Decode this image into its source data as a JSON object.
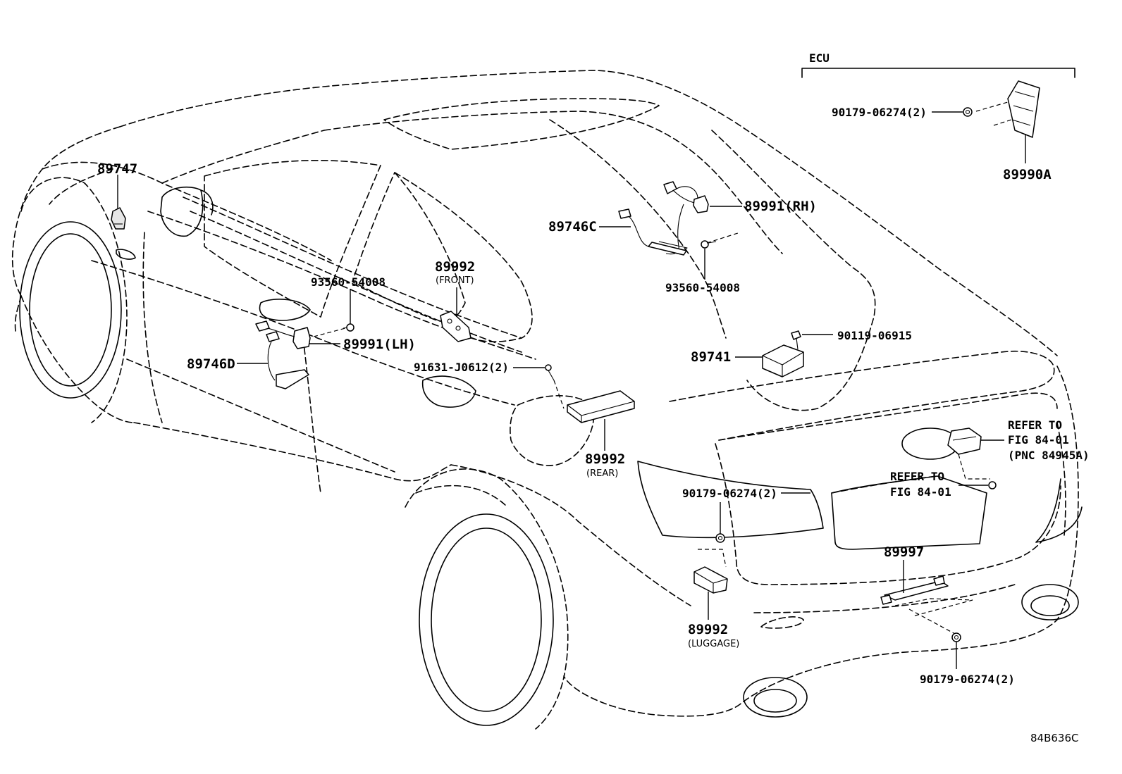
{
  "diagram_code": "84B636C",
  "ecu_bracket_label": "ECU",
  "parts": {
    "p89747": "89747",
    "p89990A": "89990A",
    "p90179_ecu": "90179-06274(2)",
    "p89991_rh": "89991(RH)",
    "p89746C": "89746C",
    "p93560_rh": "93560-54008",
    "p89992_front": "89992",
    "p89992_front_note": "(FRONT)",
    "p93560_lh": "93560-54008",
    "p89991_lh": "89991(LH)",
    "p89746D": "89746D",
    "p91631": "91631-J0612(2)",
    "p90119": "90119-06915",
    "p89741": "89741",
    "p89992_rear": "89992",
    "p89992_rear_note": "(REAR)",
    "p90179_mid": "90179-06274(2)",
    "p89997": "89997",
    "p89992_luggage": "89992",
    "p89992_luggage_note": "(LUGGAGE)",
    "p90179_bottom": "90179-06274(2)"
  },
  "refs": {
    "ref1_line1": "REFER TO",
    "ref1_line2": "FIG 84-01",
    "ref1_line3": "(PNC 84945A)",
    "ref2_line1": "REFER TO",
    "ref2_line2": "FIG 84-01"
  }
}
